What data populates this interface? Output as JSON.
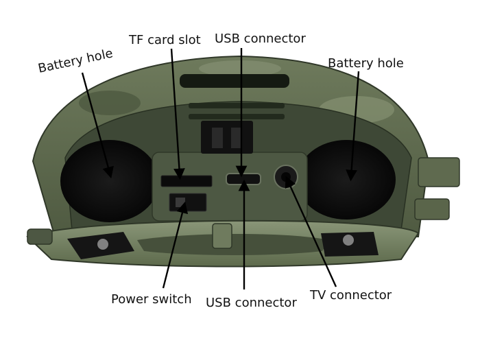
{
  "labels": {
    "battery_hole_left": "Battery hole",
    "tf_card_slot": "TF card slot",
    "usb_connector_top": "USB connector",
    "battery_hole_right": "Battery hole",
    "power_switch": "Power switch",
    "usb_connector_bottom": "USB connector",
    "tv_connector": "TV connector"
  },
  "colors": {
    "camo_light": "#7d8a6a",
    "camo_mid": "#5d6a4c",
    "camo_dark": "#3b4532",
    "hole": "#0c0c0c",
    "panel": "#4a5440",
    "arrow": "#000000"
  }
}
